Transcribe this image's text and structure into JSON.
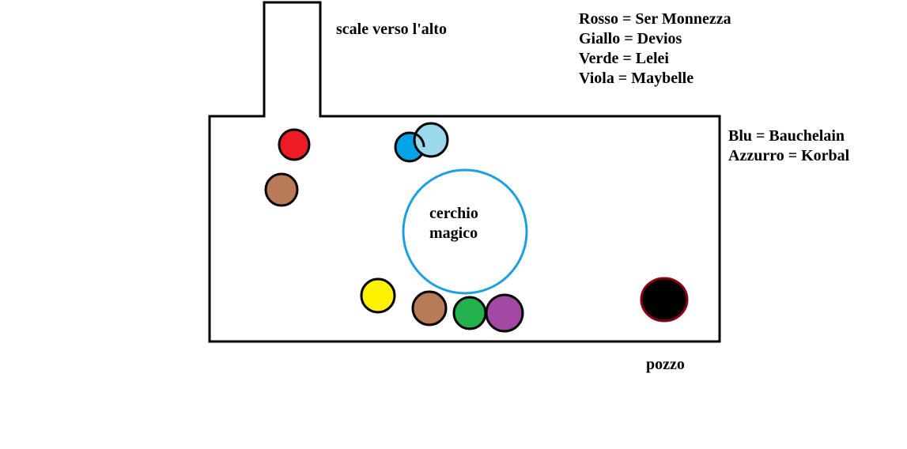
{
  "labels": {
    "stairs": "scale verso l'alto",
    "magic_circle": [
      "cerchio",
      "magico"
    ],
    "well": "pozzo"
  },
  "legend_top": [
    "Rosso = Ser Monnezza",
    "Giallo = Devios",
    "Verde = Lelei",
    "Viola = Maybelle"
  ],
  "legend_right": [
    "Blu = Bauchelain",
    "Azzurro = Korbal"
  ],
  "colors": {
    "red": "#ed1c24",
    "blue": "#00a2e8",
    "light_blue": "#99d9ea",
    "brown": "#b97a57",
    "yellow": "#fff200",
    "green": "#22b14c",
    "purple": "#a349a4",
    "well_fill": "#000000",
    "well_border": "#880015",
    "magic_circle_stroke": "#1ea0e0",
    "outline": "#000000"
  }
}
